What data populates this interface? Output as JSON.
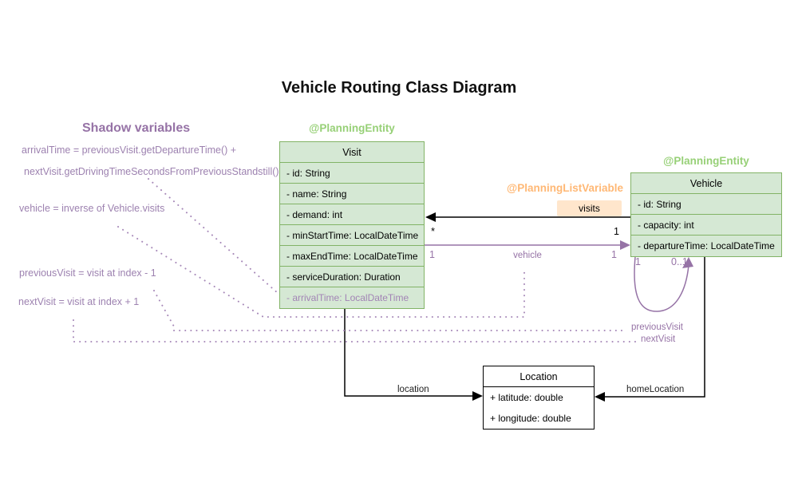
{
  "title": "Vehicle Routing Class Diagram",
  "shadow_panel": {
    "heading": "Shadow variables",
    "lines": [
      "arrivalTime = previousVisit.getDepartureTime() +",
      "nextVisit.getDrivingTimeSecondsFromPreviousStandstill()",
      "vehicle = inverse of Vehicle.visits",
      "previousVisit = visit at index - 1",
      "nextVisit = visit at index + 1"
    ]
  },
  "classes": {
    "visit": {
      "annotation": "@PlanningEntity",
      "name": "Visit",
      "attributes": [
        "- id: String",
        "- name: String",
        "- demand: int",
        "- minStartTime: LocalDateTime",
        "- maxEndTime: LocalDateTime",
        "- serviceDuration: Duration"
      ],
      "shadow_attribute": "- arrivalTime: LocalDateTime"
    },
    "vehicle": {
      "annotation": "@PlanningEntity",
      "name": "Vehicle",
      "attributes": [
        "- id: String",
        "- capacity: int",
        "- departureTime: LocalDateTime"
      ]
    },
    "location": {
      "name": "Location",
      "attributes": [
        "+ latitude: double",
        "+ longitude: double"
      ]
    }
  },
  "relations": {
    "visits": {
      "annotation": "@PlanningListVariable",
      "label": "visits",
      "mult_visit_side": "*",
      "mult_vehicle_side": "1"
    },
    "vehicle": {
      "label": "vehicle",
      "mult_visit_side": "1",
      "mult_vehicle_side": "1"
    },
    "self_loop": {
      "mult_source": "1",
      "mult_target": "0..1",
      "label_previous": "previousVisit",
      "label_next": "nextVisit"
    },
    "location": {
      "label": "location"
    },
    "home_location": {
      "label": "homeLocation"
    }
  },
  "colors": {
    "green_border": "#82b366",
    "green_fill": "#d5e8d4",
    "green_annotation": "#97d077",
    "orange_annotation": "#ffb875",
    "orange_badge": "#ffe6cc",
    "purple": "#9673a6",
    "black": "#000000"
  }
}
